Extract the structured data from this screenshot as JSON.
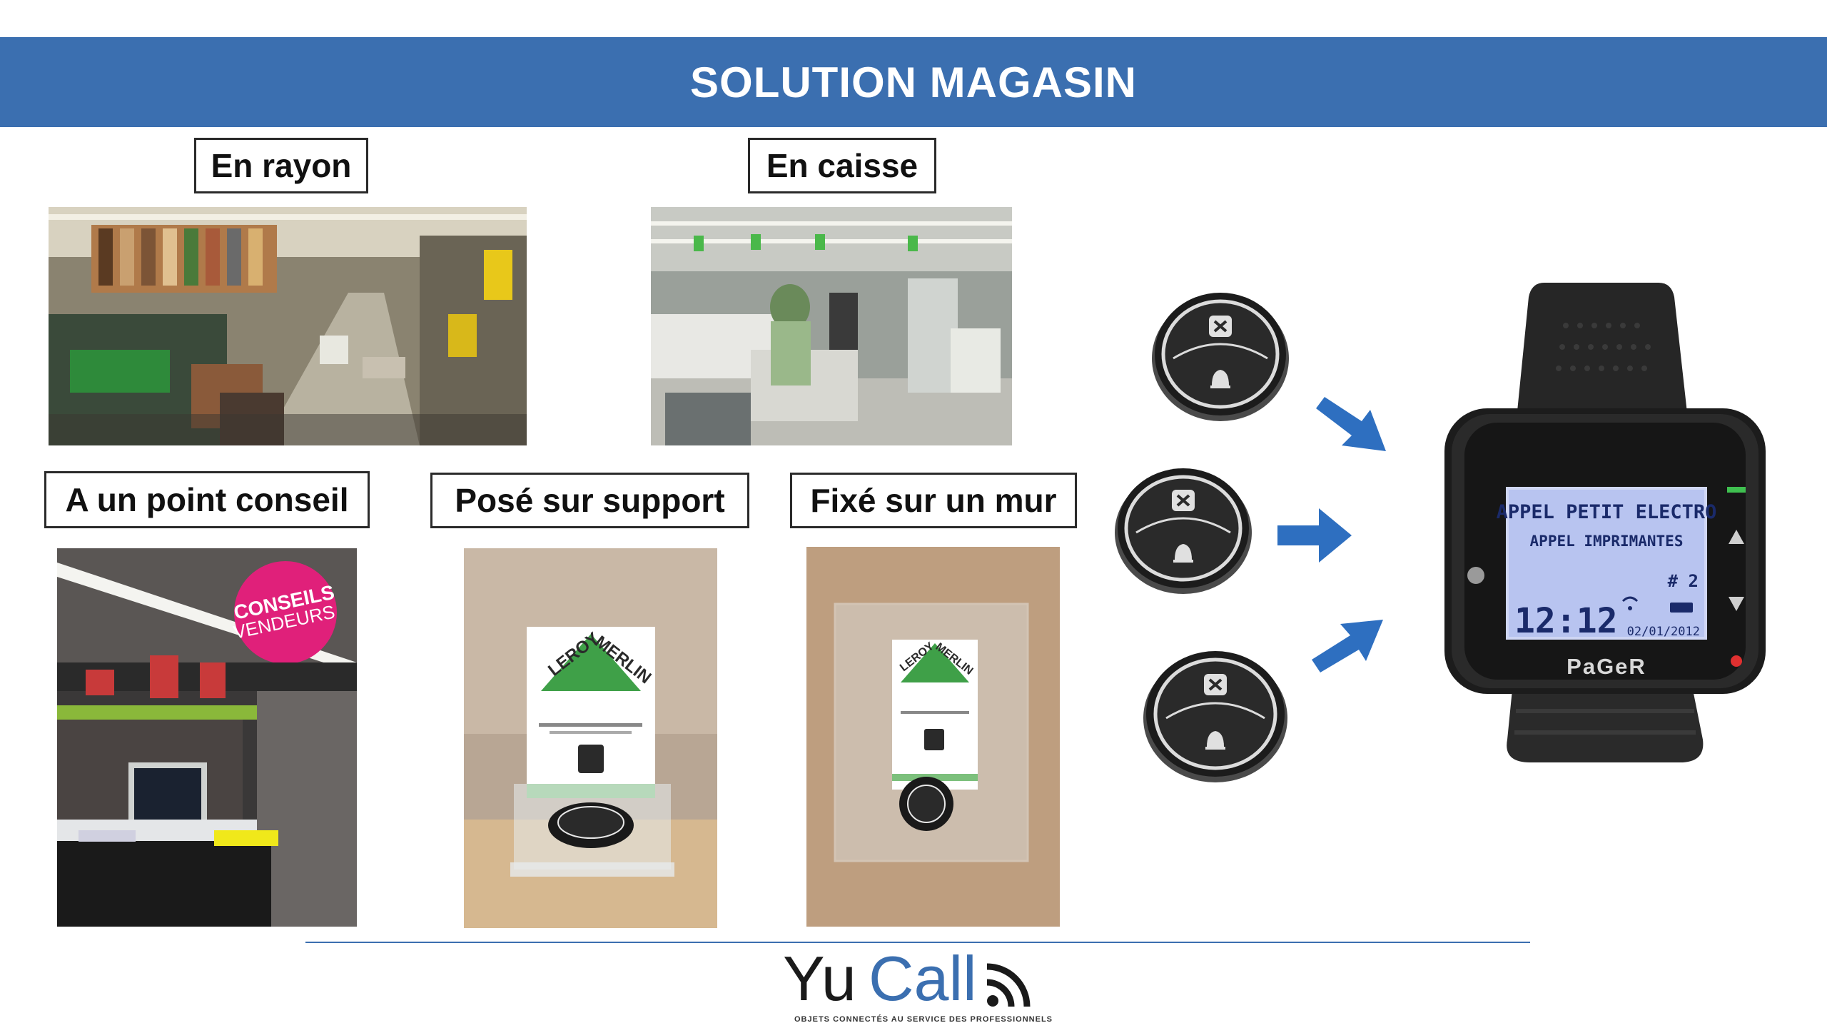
{
  "header": {
    "title": "SOLUTION MAGASIN"
  },
  "labels": {
    "rayon": "En rayon",
    "caisse": "En caisse",
    "point_conseil": "A un point conseil",
    "support": "Posé sur support",
    "mur": "Fixé sur un mur"
  },
  "signage": {
    "conseils_line1": "CONSEILS",
    "conseils_line2": "VENDEURS",
    "brand_line1": "LEROY",
    "brand_line2": "MERLIN"
  },
  "pager": {
    "brand": "PaGeR",
    "line1": "APPEL PETIT ELECTRO",
    "line2": "APPEL IMPRIMANTES",
    "number": "# 2",
    "time": "12:12",
    "date": "02/01/2012"
  },
  "logo": {
    "part1": "Yu",
    "part2": "Call",
    "tagline": "OBJETS CONNECTÉS AU SERVICE DES PROFESSIONNELS"
  },
  "colors": {
    "banner": "#3B6FB0",
    "arrow": "#2E6FC0",
    "brand_green": "#3FA048"
  },
  "icons": [
    "call-button-icon",
    "arrow-icon",
    "wifi-signal-icon",
    "bell-icon",
    "cancel-icon"
  ]
}
